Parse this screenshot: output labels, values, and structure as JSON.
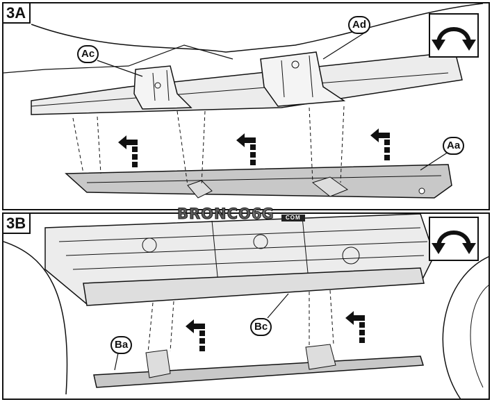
{
  "panels": [
    {
      "id": "3A",
      "label": "3A"
    },
    {
      "id": "3B",
      "label": "3B"
    }
  ],
  "callouts": {
    "ac": "Ac",
    "ad": "Ad",
    "aa": "Aa",
    "ba": "Ba",
    "bc": "Bc"
  },
  "logo": {
    "main": "BRONCO",
    "num": "6G",
    "suffix": "COM"
  },
  "icons": {
    "rotate": "rotate-view-icon",
    "remove_arrow": "remove-direction-arrow-icon"
  },
  "colors": {
    "line": "#111111",
    "part_fill": "#c8c8c8",
    "frame_fill": "#e8e8e8"
  }
}
